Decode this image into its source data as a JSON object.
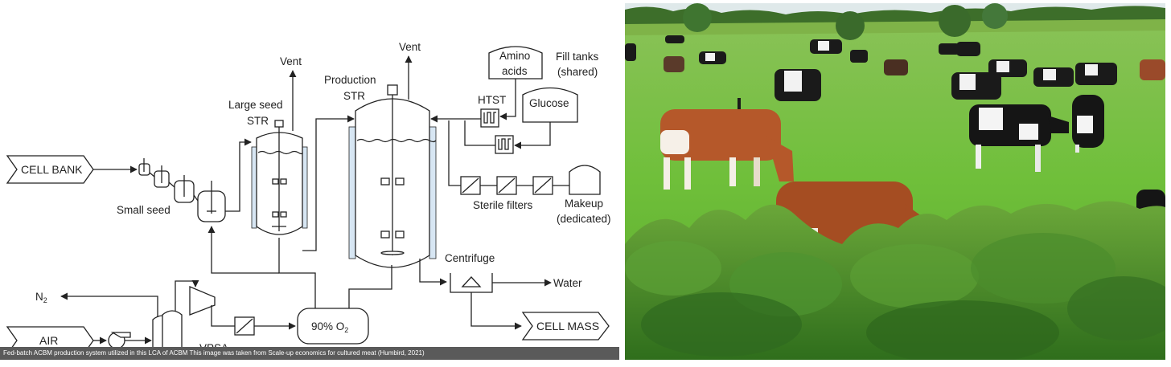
{
  "diagram": {
    "labels": {
      "vent1": "Vent",
      "vent2": "Vent",
      "large_seed_1": "Large seed",
      "large_seed_2": "STR",
      "production_1": "Production",
      "production_2": "STR",
      "amino_1": "Amino",
      "amino_2": "acids",
      "fill_tanks_1": "Fill tanks",
      "fill_tanks_2": "(shared)",
      "htst": "HTST",
      "glucose": "Glucose",
      "cell_bank": "CELL BANK",
      "small_seed": "Small seed",
      "sterile_filters": "Sterile filters",
      "makeup_1": "Makeup",
      "makeup_2": "(dedicated)",
      "centrifuge": "Centrifuge",
      "water": "Water",
      "n2": "N",
      "n2_sub": "2",
      "air": "AIR",
      "oxygen": "90% O",
      "oxygen_sub": "2",
      "cell_mass": "CELL MASS",
      "vpsa": "VPSA"
    },
    "caption": "Fed-batch ACBM production system utilized in this LCA of ACBM This image was taken from Scale-up economics for cultured meat (Humbird, 2021)"
  },
  "photo": {
    "subject": "Dairy cows grazing in a green pasture",
    "colors": {
      "grass": "#6fbf3a",
      "sky": "#dfe9ea",
      "hedge": "#3f8f2a",
      "brown_cow": "#b5582a"
    }
  }
}
